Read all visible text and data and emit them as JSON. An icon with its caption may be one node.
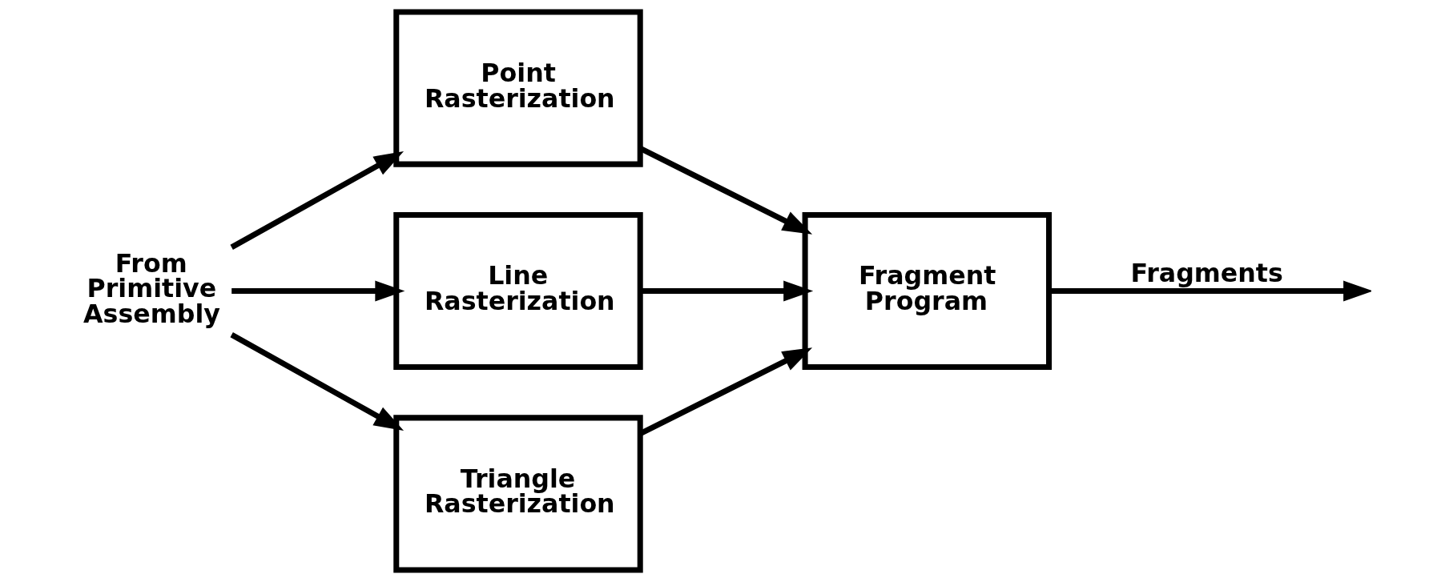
{
  "diagram": {
    "nodes": [
      {
        "text": [
          "From Primitive Assembly"
        ]
      },
      {
        "text": [
          "Point Rasterization"
        ]
      },
      {
        "text": [
          "Line Rasterization"
        ]
      },
      {
        "text": [
          "Triangle Rasterization"
        ]
      },
      {
        "text": [
          "Fragment Program"
        ]
      }
    ],
    "edges": [
      {
        "from": 0,
        "to": 1,
        "arrow": "to"
      },
      {
        "from": 0,
        "to": 2,
        "arrow": "to"
      },
      {
        "from": 0,
        "to": 3,
        "arrow": "to"
      },
      {
        "from": 1,
        "to": 4,
        "arrow": "to"
      },
      {
        "from": 2,
        "to": 4,
        "arrow": "to"
      },
      {
        "from": 3,
        "to": 4,
        "arrow": "to"
      },
      {
        "from": 4,
        "to": null,
        "arrow": "to",
        "label": "Fragments"
      }
    ]
  }
}
